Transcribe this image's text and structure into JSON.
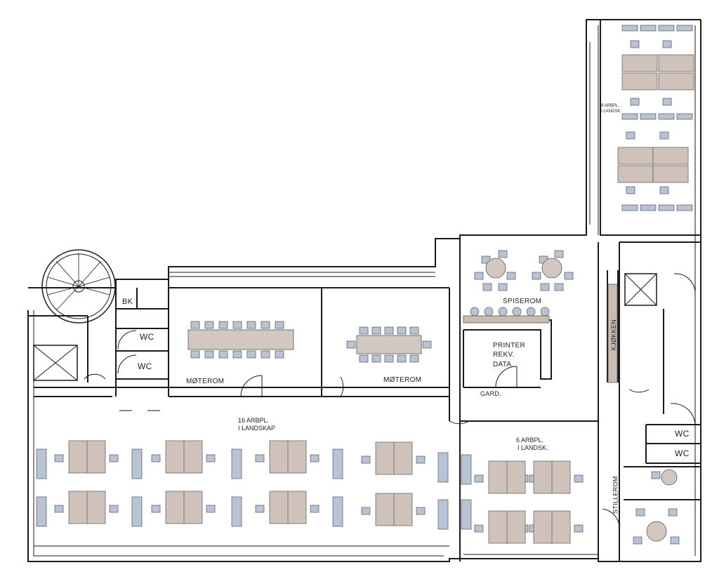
{
  "rooms": {
    "meeting_left": "MØTEROM",
    "meeting_right": "MØTEROM",
    "dining": "SPISEROM",
    "printer_line1": "PRINTER",
    "printer_line2": "REKV.",
    "printer_line3": "DATA",
    "wardrobe": "GARD.",
    "kitchen": "KJØKKEN",
    "quiet_room": "STILLEROM",
    "wc_left_top": "WC",
    "wc_left_bottom": "WC",
    "wc_right_top": "WC",
    "wc_right_bottom": "WC",
    "cleaning": "BK"
  },
  "zones": {
    "landscape_16_line1": "16 ARBPL.",
    "landscape_16_line2": "I LANDSKAP",
    "landscape_6_line1": "6 ARBPL.",
    "landscape_6_line2": "I LANDSK.",
    "landscape_8_line1": "8 ARBPL.",
    "landscape_8_line2": "I LANDSK."
  },
  "colors": {
    "wall": "#1a1a1a",
    "desk": "#cfc2bb",
    "chair": "#b8c4d6",
    "table": "#d2c8c1",
    "kitchen_counter": "#c9bcb3"
  }
}
